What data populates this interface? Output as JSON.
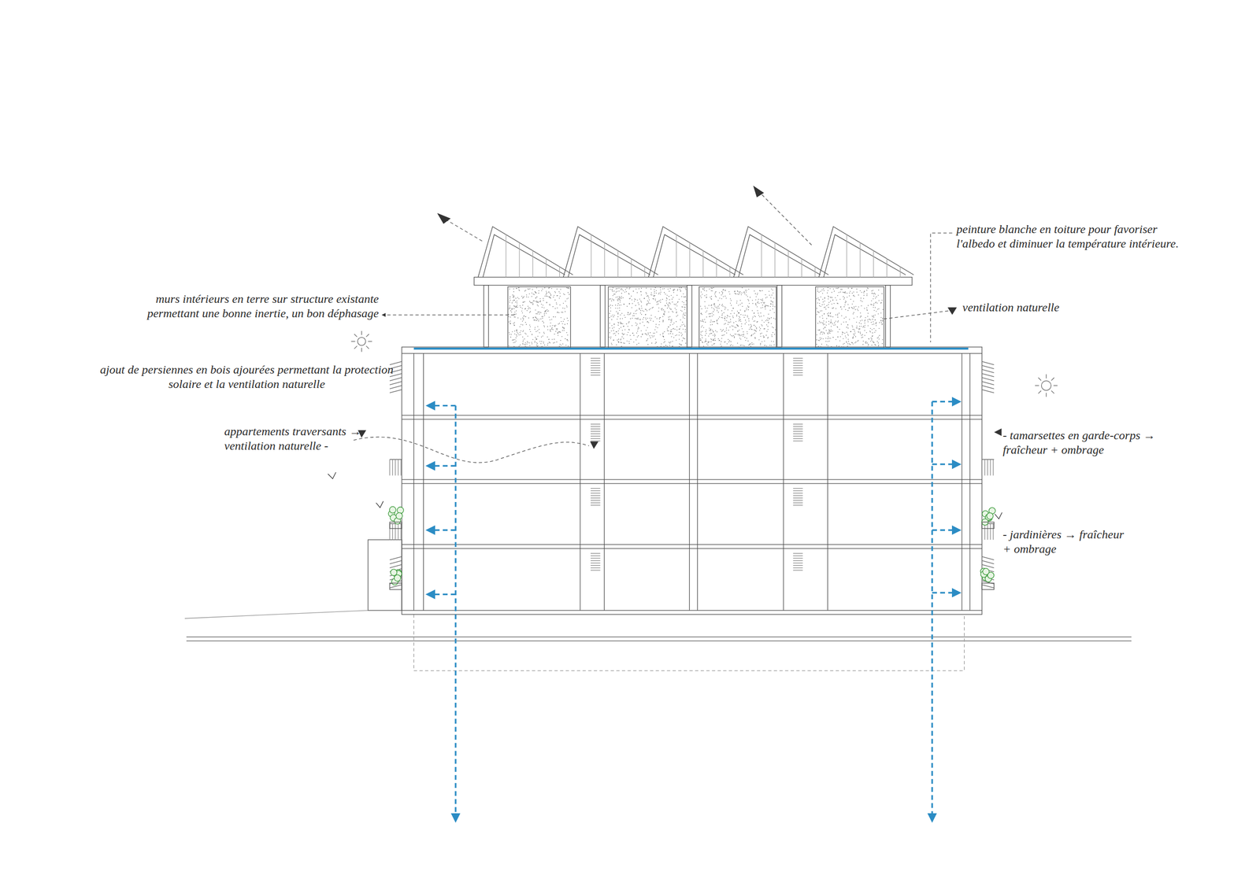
{
  "diagram": {
    "labels": [
      "peinture blanche en toiture pour favoriser l'albedo et diminuer la température intérieure.",
      "murs intérieurs en terre sur structure existante permettant une bonne inertie, un bon déphasage",
      "ventilation naturelle",
      "ajout de persiennes en bois ajourées permettant la protection solaire et la ventilation naturelle",
      "appartements traversants → ventilation naturelle -",
      "- tamarsettes en garde-corps → fraîcheur + ombrage",
      "- jardinières → fraîcheur + ombrage"
    ]
  }
}
